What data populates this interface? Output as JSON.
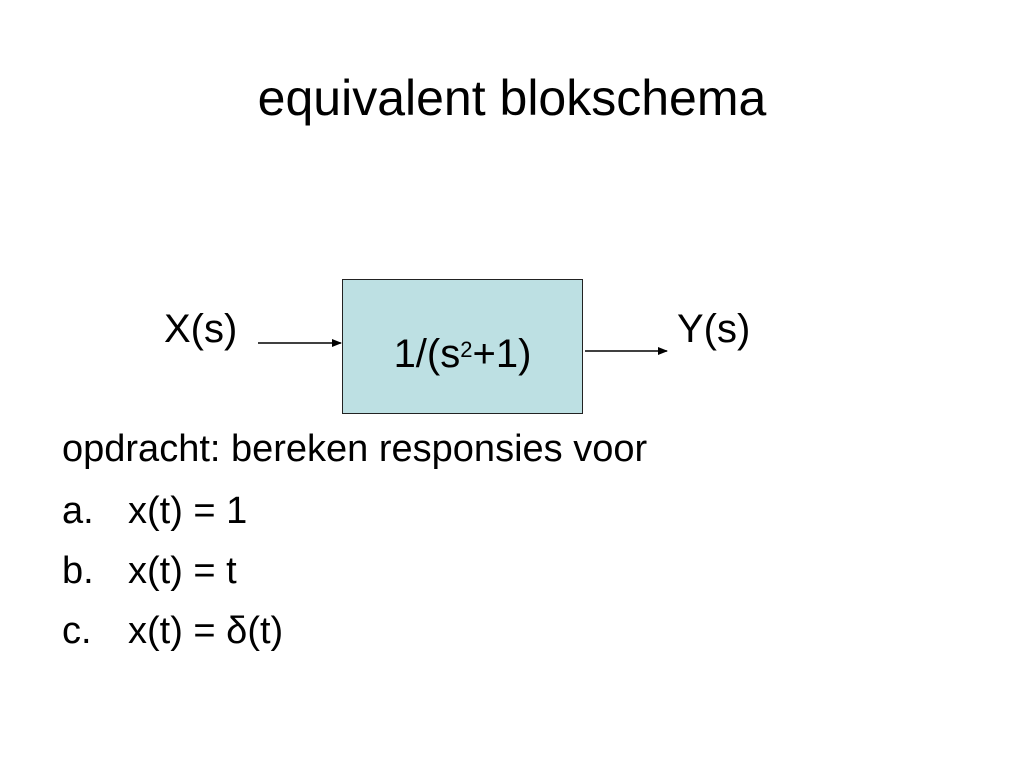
{
  "title": "equivalent blokschema",
  "diagram": {
    "input_label": "X(s)",
    "output_label": "Y(s)",
    "block": {
      "prefix": "1/(s",
      "superscript": "2",
      "suffix": "+1)",
      "fill_color": "#bde0e3"
    }
  },
  "assignment": {
    "intro": "opdracht: bereken responsies voor",
    "items": [
      {
        "marker": "a.",
        "text": "x(t) = 1"
      },
      {
        "marker": "b.",
        "text": "x(t) = t"
      },
      {
        "marker": "c.",
        "text": "x(t) = δ(t)"
      }
    ]
  }
}
